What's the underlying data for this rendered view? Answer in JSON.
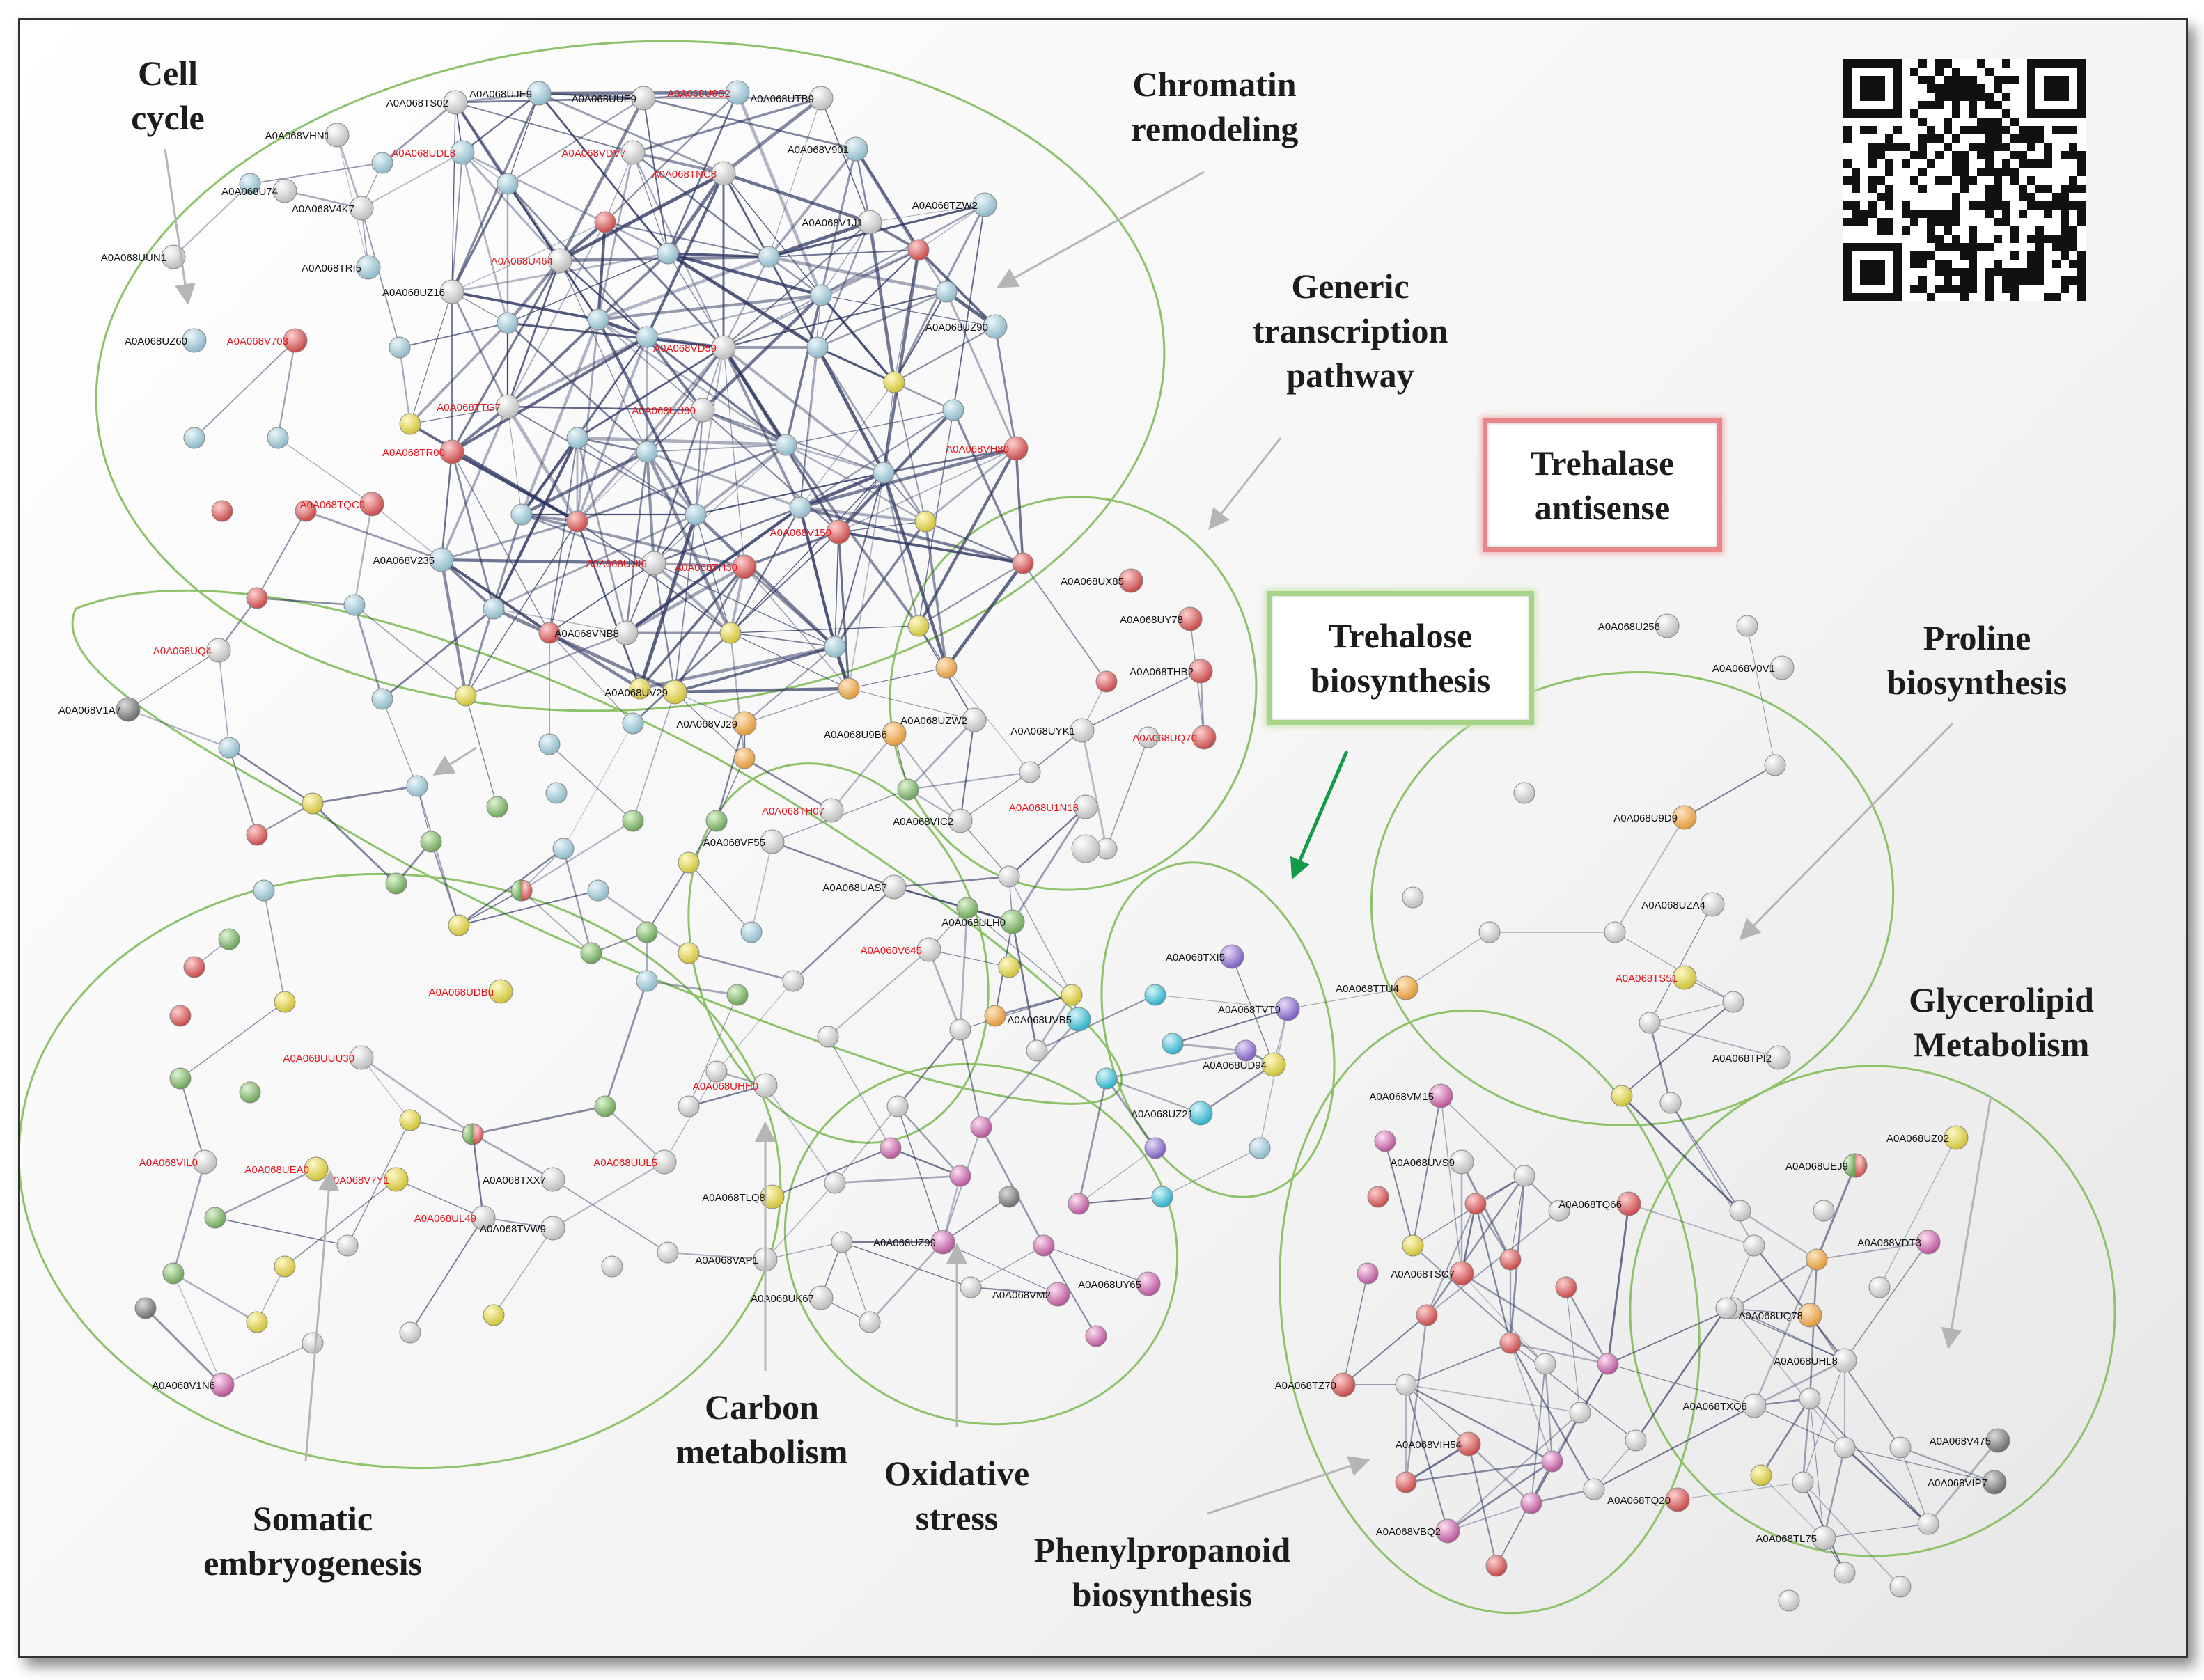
{
  "labels": {
    "cell_cycle": "Cell\ncycle",
    "chromatin": "Chromatin\nremodeling",
    "generic": "Generic\ntranscription\npathway",
    "trehalase": "Trehalase\nantisense",
    "trehalose": "Trehalose\nbiosynthesis",
    "proline": "Proline\nbiosynthesis",
    "glycerolipid": "Glycerolipid\nMetabolism",
    "carbon": "Carbon\nmetabolism",
    "oxidative": "Oxidative\nstress",
    "somatic": "Somatic\nembryogenesis",
    "phenyl": "Phenylpropanoid\nbiosynthesis"
  },
  "colors": {
    "cluster_outline": "#8dc26a",
    "edge": "#2c3560",
    "node_label": "#111111",
    "highlight_label": "#e8141c",
    "arrow_gray": "#b5b5b5",
    "arrow_green": "#159a4a"
  },
  "nodes": [
    {
      "id": "A0A068UJE9",
      "red": false
    },
    {
      "id": "A0A068TS02",
      "red": false
    },
    {
      "id": "A0A068UUE9",
      "red": false
    },
    {
      "id": "A0A068U9S2",
      "red": true
    },
    {
      "id": "A0A068UTB9",
      "red": false
    },
    {
      "id": "A0A068VHN1",
      "red": false
    },
    {
      "id": "A0A068UDL8",
      "red": true
    },
    {
      "id": "A0A068VDV7",
      "red": true
    },
    {
      "id": "A0A068TNC8",
      "red": true
    },
    {
      "id": "A0A068V901",
      "red": false
    },
    {
      "id": "A0A068U74",
      "red": false
    },
    {
      "id": "A0A068V4K7",
      "red": false
    },
    {
      "id": "A0A068TZW2",
      "red": false
    },
    {
      "id": "A0A068V1J1",
      "red": false
    },
    {
      "id": "A0A068UUN1",
      "red": false
    },
    {
      "id": "A0A068TRI5",
      "red": false
    },
    {
      "id": "A0A068U464",
      "red": true
    },
    {
      "id": "A0A068UZ16",
      "red": false
    },
    {
      "id": "A0A068UZ60",
      "red": false
    },
    {
      "id": "A0A068V703",
      "red": true
    },
    {
      "id": "A0A068VD59",
      "red": true
    },
    {
      "id": "A0A068UZ90",
      "red": false
    },
    {
      "id": "A0A068TTG7",
      "red": true
    },
    {
      "id": "A0A068UU90",
      "red": true
    },
    {
      "id": "A0A068TR00",
      "red": true
    },
    {
      "id": "A0A068TQC9",
      "red": true
    },
    {
      "id": "A0A068VH80",
      "red": true
    },
    {
      "id": "A0A068V150",
      "red": true
    },
    {
      "id": "A0A068UUI6",
      "red": true
    },
    {
      "id": "A0A068TH30",
      "red": true
    },
    {
      "id": "A0A068V235",
      "red": false
    },
    {
      "id": "A0A068VNB8",
      "red": false
    },
    {
      "id": "A0A068UQ4",
      "red": true
    },
    {
      "id": "A0A068V1A7",
      "red": false
    },
    {
      "id": "A0A068UV29",
      "red": false
    },
    {
      "id": "A0A068VJ29",
      "red": false
    },
    {
      "id": "A0A068U9B6",
      "red": false
    },
    {
      "id": "A0A068UX85",
      "red": false
    },
    {
      "id": "A0A068UY78",
      "red": false
    },
    {
      "id": "A0A068THB2",
      "red": false
    },
    {
      "id": "A0A068UQ70",
      "red": true
    },
    {
      "id": "A0A068UZW2",
      "red": false
    },
    {
      "id": "A0A068UYK1",
      "red": false
    },
    {
      "id": "A0A068U1N18",
      "red": true
    },
    {
      "id": "A0A068VIC2",
      "red": false
    },
    {
      "id": "A0A068TH07",
      "red": true
    },
    {
      "id": "A0A068VF55",
      "red": false
    },
    {
      "id": "A0A068V645",
      "red": true
    },
    {
      "id": "A0A068ULH0",
      "red": false
    },
    {
      "id": "A0A068UAS7",
      "red": false
    },
    {
      "id": "A0A068UVB5",
      "red": false
    },
    {
      "id": "A0A068TXI5",
      "red": false
    },
    {
      "id": "A0A068TVT9",
      "red": false
    },
    {
      "id": "A0A068UD94",
      "red": false
    },
    {
      "id": "A0A068UZ21",
      "red": false
    },
    {
      "id": "A0A068UUU30",
      "red": true
    },
    {
      "id": "A0A068V7Y1",
      "red": true
    },
    {
      "id": "A0A068UL49",
      "red": true
    },
    {
      "id": "A0A068UEA0",
      "red": true
    },
    {
      "id": "A0A068VIL0",
      "red": true
    },
    {
      "id": "A0A068UUL5",
      "red": true
    },
    {
      "id": "A0A068UDBu",
      "red": true
    },
    {
      "id": "A0A068UHH0",
      "red": true
    },
    {
      "id": "A0A068TXX7",
      "red": false
    },
    {
      "id": "A0A068TVW9",
      "red": false
    },
    {
      "id": "A0A068V1N6",
      "red": false
    },
    {
      "id": "A0A068UK67",
      "red": false
    },
    {
      "id": "A0A068VAP1",
      "red": false
    },
    {
      "id": "A0A068TLQ8",
      "red": false
    },
    {
      "id": "A0A068UZ99",
      "red": false
    },
    {
      "id": "A0A068VM2",
      "red": false
    },
    {
      "id": "A0A068UY65",
      "red": false
    },
    {
      "id": "A0A068U256",
      "red": false
    },
    {
      "id": "A0A068V0V1",
      "red": false
    },
    {
      "id": "A0A068U9D9",
      "red": false
    },
    {
      "id": "A0A068UZA4",
      "red": false
    },
    {
      "id": "A0A068TS51",
      "red": true
    },
    {
      "id": "A0A068TTU4",
      "red": false
    },
    {
      "id": "A0A068VM15",
      "red": false
    },
    {
      "id": "A0A068UVS9",
      "red": false
    },
    {
      "id": "A0A068TPI2",
      "red": false
    },
    {
      "id": "A0A068UZ02",
      "red": false
    },
    {
      "id": "A0A068UEJ9",
      "red": false
    },
    {
      "id": "A0A068VDT3",
      "red": false
    },
    {
      "id": "A0A068UQ78",
      "red": false
    },
    {
      "id": "A0A068UHL8",
      "red": false
    },
    {
      "id": "A0A068TXQ8",
      "red": false
    },
    {
      "id": "A0A068V475",
      "red": false
    },
    {
      "id": "A0A068VIP7",
      "red": false
    },
    {
      "id": "A0A068TL75",
      "red": false
    },
    {
      "id": "A0A068TQ66",
      "red": false
    },
    {
      "id": "A0A068TSC7",
      "red": false
    },
    {
      "id": "A0A068TZ70",
      "red": false
    },
    {
      "id": "A0A068VIH54",
      "red": false
    },
    {
      "id": "A0A068VBQ2",
      "red": false
    },
    {
      "id": "A0A068TQ20",
      "red": false
    }
  ]
}
